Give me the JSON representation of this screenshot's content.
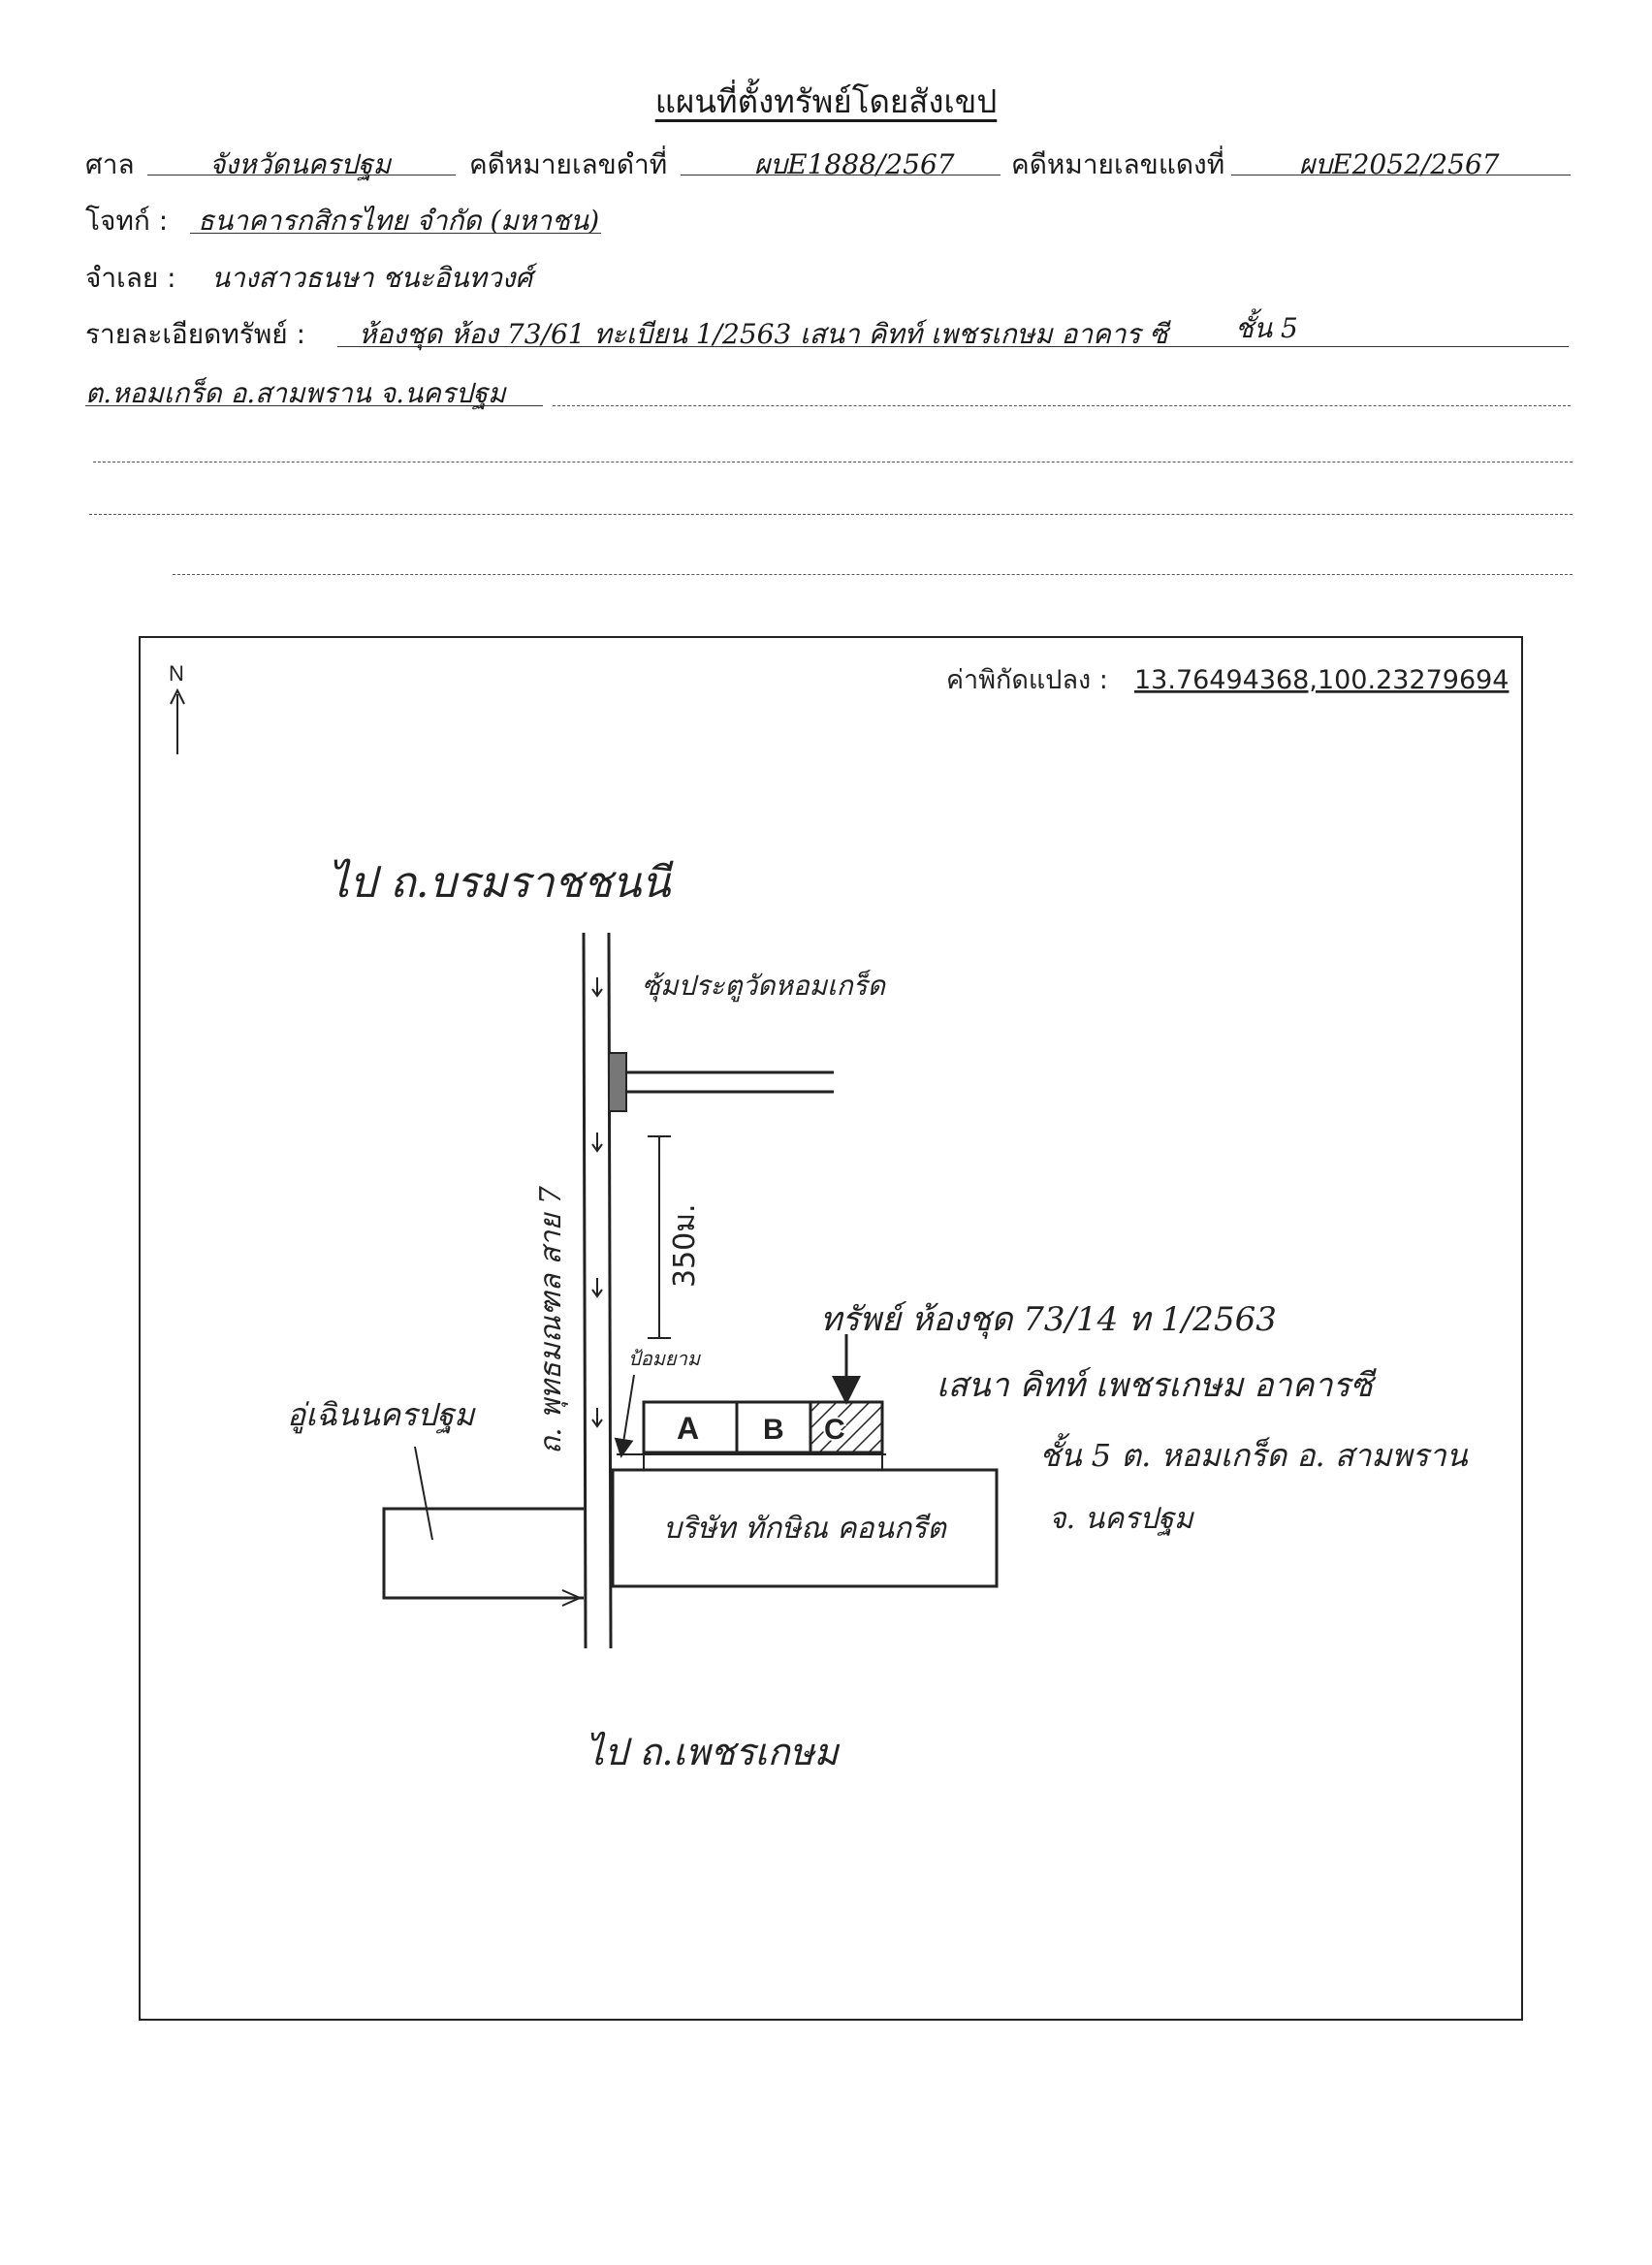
{
  "title": "แผนที่ตั้งทรัพย์โดยสังเขป",
  "header": {
    "court_label": "ศาล",
    "court_value": "จังหวัดนครปฐม",
    "black_case_label": "คดีหมายเลขดำที่",
    "black_case_value": "ผบE1888/2567",
    "red_case_label": "คดีหมายเลขแดงที่",
    "red_case_value": "ผบE2052/2567",
    "plaintiff_label": "โจทก์ :",
    "plaintiff_value": "ธนาคารกสิกรไทย จำกัด (มหาชน)",
    "defendant_label": "จำเลย :",
    "defendant_value": "นางสาวธนษา ชนะอินทวงศ์",
    "property_label": "รายละเอียดทรัพย์ :",
    "property_value": "ห้องชุด ห้อง 73/61 ทะเบียน 1/2563 เสนา คิทท์ เพชรเกษม อาคาร ซี",
    "property_floor_hw": "ชั้น 5",
    "property_line2": "ต.หอมเกร็ด อ.สามพราน จ.นครปฐม"
  },
  "map": {
    "north_label": "N",
    "coordinates_label": "ค่าพิกัดแปลง :",
    "coordinates_value": "13.76494368,100.23279694",
    "to_north": "ไป ถ.บรมราชชนนี",
    "to_south": "ไป ถ.เพชรเกษม",
    "soi_label": "ซุ้มประตูวัดหอมเกร็ด",
    "road_name": "ถ. พุทธมณฑล สาย 7",
    "distance": "350ม.",
    "guard_post": "ป้อมยาม",
    "depot": "อู่เฉินนครปฐม",
    "company": "บริษัท ทักษิณ คอนกรีต",
    "building_a": "A",
    "building_b": "B",
    "building_c": "C",
    "property_note_1": "ทรัพย์ ห้องชุด 73/14 ท 1/2563",
    "property_note_2": "เสนา คิทท์ เพชรเกษม อาคารซี",
    "property_note_3": "ชั้น 5 ต. หอมเกร็ด อ. สามพราน",
    "property_note_4": "จ. นครปฐม"
  }
}
